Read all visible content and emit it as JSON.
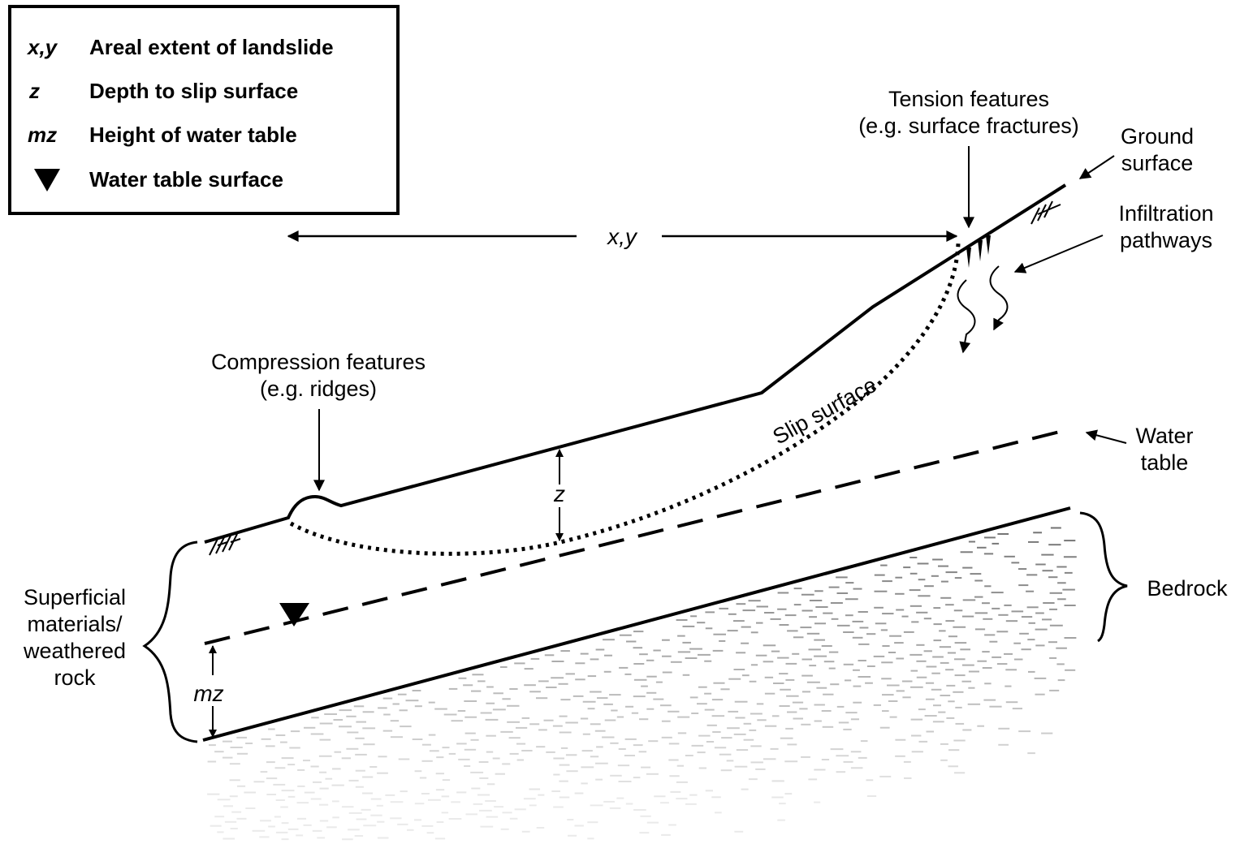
{
  "legend": {
    "items": [
      {
        "symbol": "x,y",
        "text": "Areal extent of landslide"
      },
      {
        "symbol": "z",
        "text": "Depth to slip surface"
      },
      {
        "symbol": "mz",
        "text": "Height of water table"
      },
      {
        "symbol": "triangle-down-icon",
        "text": "Water table surface"
      }
    ]
  },
  "labels": {
    "xy": "x,y",
    "z": "z",
    "mz": "mz",
    "tension": [
      "Tension features",
      "(e.g. surface fractures)"
    ],
    "ground": [
      "Ground",
      "surface"
    ],
    "infiltration": [
      "Infiltration",
      "pathways"
    ],
    "compression": [
      "Compression features",
      "(e.g. ridges)"
    ],
    "slip": "Slip surface",
    "water": [
      "Water",
      "table"
    ],
    "bedrock": "Bedrock",
    "superficial": [
      "Superficial",
      "materials/",
      "weathered",
      "rock"
    ]
  },
  "colors": {
    "line": "#000000",
    "bedrock_dash": "#555555"
  }
}
